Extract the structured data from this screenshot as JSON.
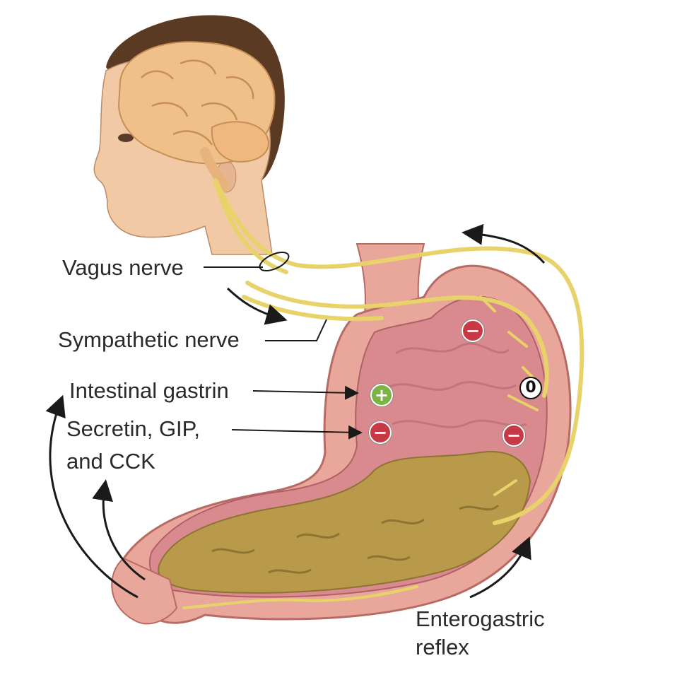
{
  "labels": {
    "vagus": "Vagus nerve",
    "sympathetic": "Sympathetic nerve",
    "gastrin": "Intestinal gastrin",
    "secretin_line1": "Secretin, GIP,",
    "secretin_line2": "and CCK",
    "entero_line1": "Enterogastric",
    "entero_line2": "reflex"
  },
  "badges": {
    "stimulate": "+",
    "inhibit": "−",
    "neutral": "0"
  },
  "colors": {
    "nerve": "#e8d36a",
    "stomach_wall": "#e9a79b",
    "stomach_inner": "#d98a8e",
    "chyme": "#b89a4a",
    "skin": "#f1c9a5",
    "hair": "#5a3a22",
    "brain": "#f0c08a"
  }
}
